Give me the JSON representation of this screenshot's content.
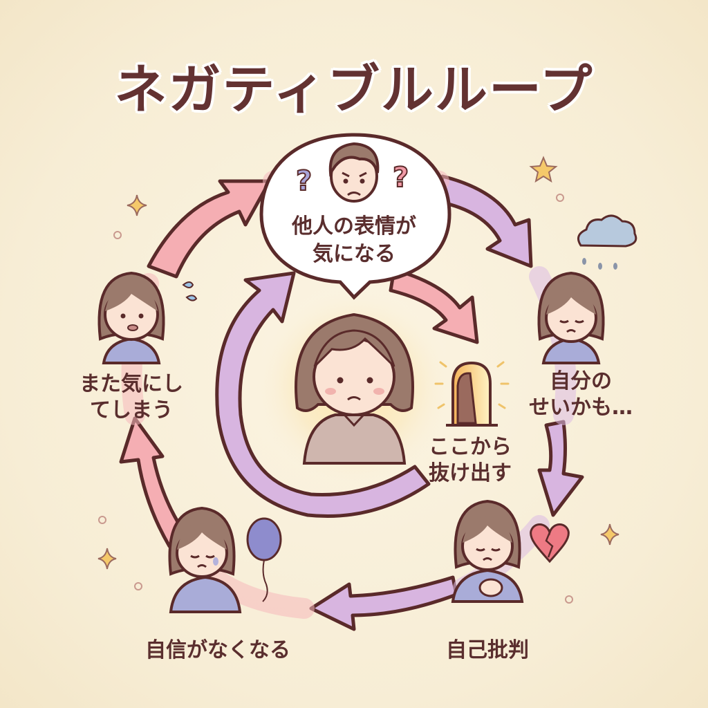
{
  "title": "ネガティブルループ",
  "center": {
    "bubble_text_line1": "他人の表情が",
    "bubble_text_line2": "気になる",
    "escape_line1": "ここから",
    "escape_line2": "抜け出す"
  },
  "steps": [
    {
      "line1": "自分の",
      "line2": "せいかも…"
    },
    {
      "line1": "自己批判",
      "line2": ""
    },
    {
      "line1": "自信がなくなる",
      "line2": ""
    },
    {
      "line1": "また気にし",
      "line2": "てしまう"
    }
  ],
  "icons": [
    "question-mark-icon",
    "rain-cloud-icon",
    "broken-heart-icon",
    "balloon-icon",
    "door-icon",
    "star-icon",
    "sparkle-icon",
    "sweat-drop-icon"
  ],
  "colors": {
    "background": "#f8efd8",
    "text": "#5a2e2e",
    "pink_arrow": "#f4aab0",
    "purple_arrow": "#d9b7e2",
    "outline": "#5a2a2a",
    "hair": "#9b7a6c",
    "skin": "#fbe3d4",
    "shirt": "#a9acd8"
  }
}
